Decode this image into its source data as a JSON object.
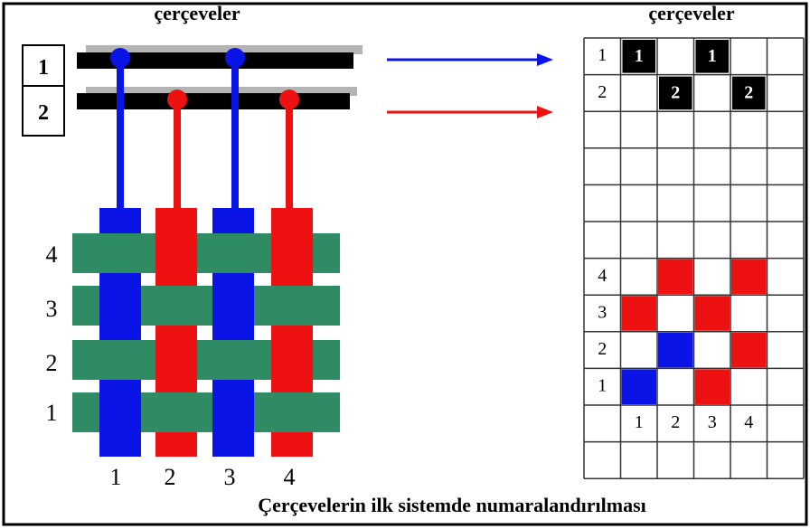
{
  "left_panel": {
    "title": "çerçeveler",
    "frame_labels": [
      "1",
      "2"
    ],
    "weft_labels": [
      "4",
      "3",
      "2",
      "1"
    ],
    "warp_labels": [
      "1",
      "2",
      "3",
      "4"
    ]
  },
  "right_panel": {
    "title": "çerçeveler",
    "frame_rows": [
      {
        "label": "1",
        "cells": [
          "1",
          "",
          "1",
          ""
        ]
      },
      {
        "label": "2",
        "cells": [
          "",
          "2",
          "",
          "2"
        ]
      }
    ],
    "weave_rows": [
      {
        "label": "4",
        "cells": [
          "",
          "red",
          "",
          "red"
        ]
      },
      {
        "label": "3",
        "cells": [
          "red",
          "",
          "red",
          ""
        ]
      },
      {
        "label": "2",
        "cells": [
          "",
          "blue",
          "",
          "red"
        ]
      },
      {
        "label": "1",
        "cells": [
          "blue",
          "",
          "red",
          ""
        ]
      }
    ],
    "column_labels": [
      "1",
      "2",
      "3",
      "4"
    ]
  },
  "caption": "Çerçevelerin ilk sistemde numaralandırılması",
  "colors": {
    "blue": "#0a14e6",
    "red": "#ee1111",
    "green": "#2e8b63",
    "black": "#000000",
    "gray": "#b4b4b4",
    "grid": "#333333"
  }
}
